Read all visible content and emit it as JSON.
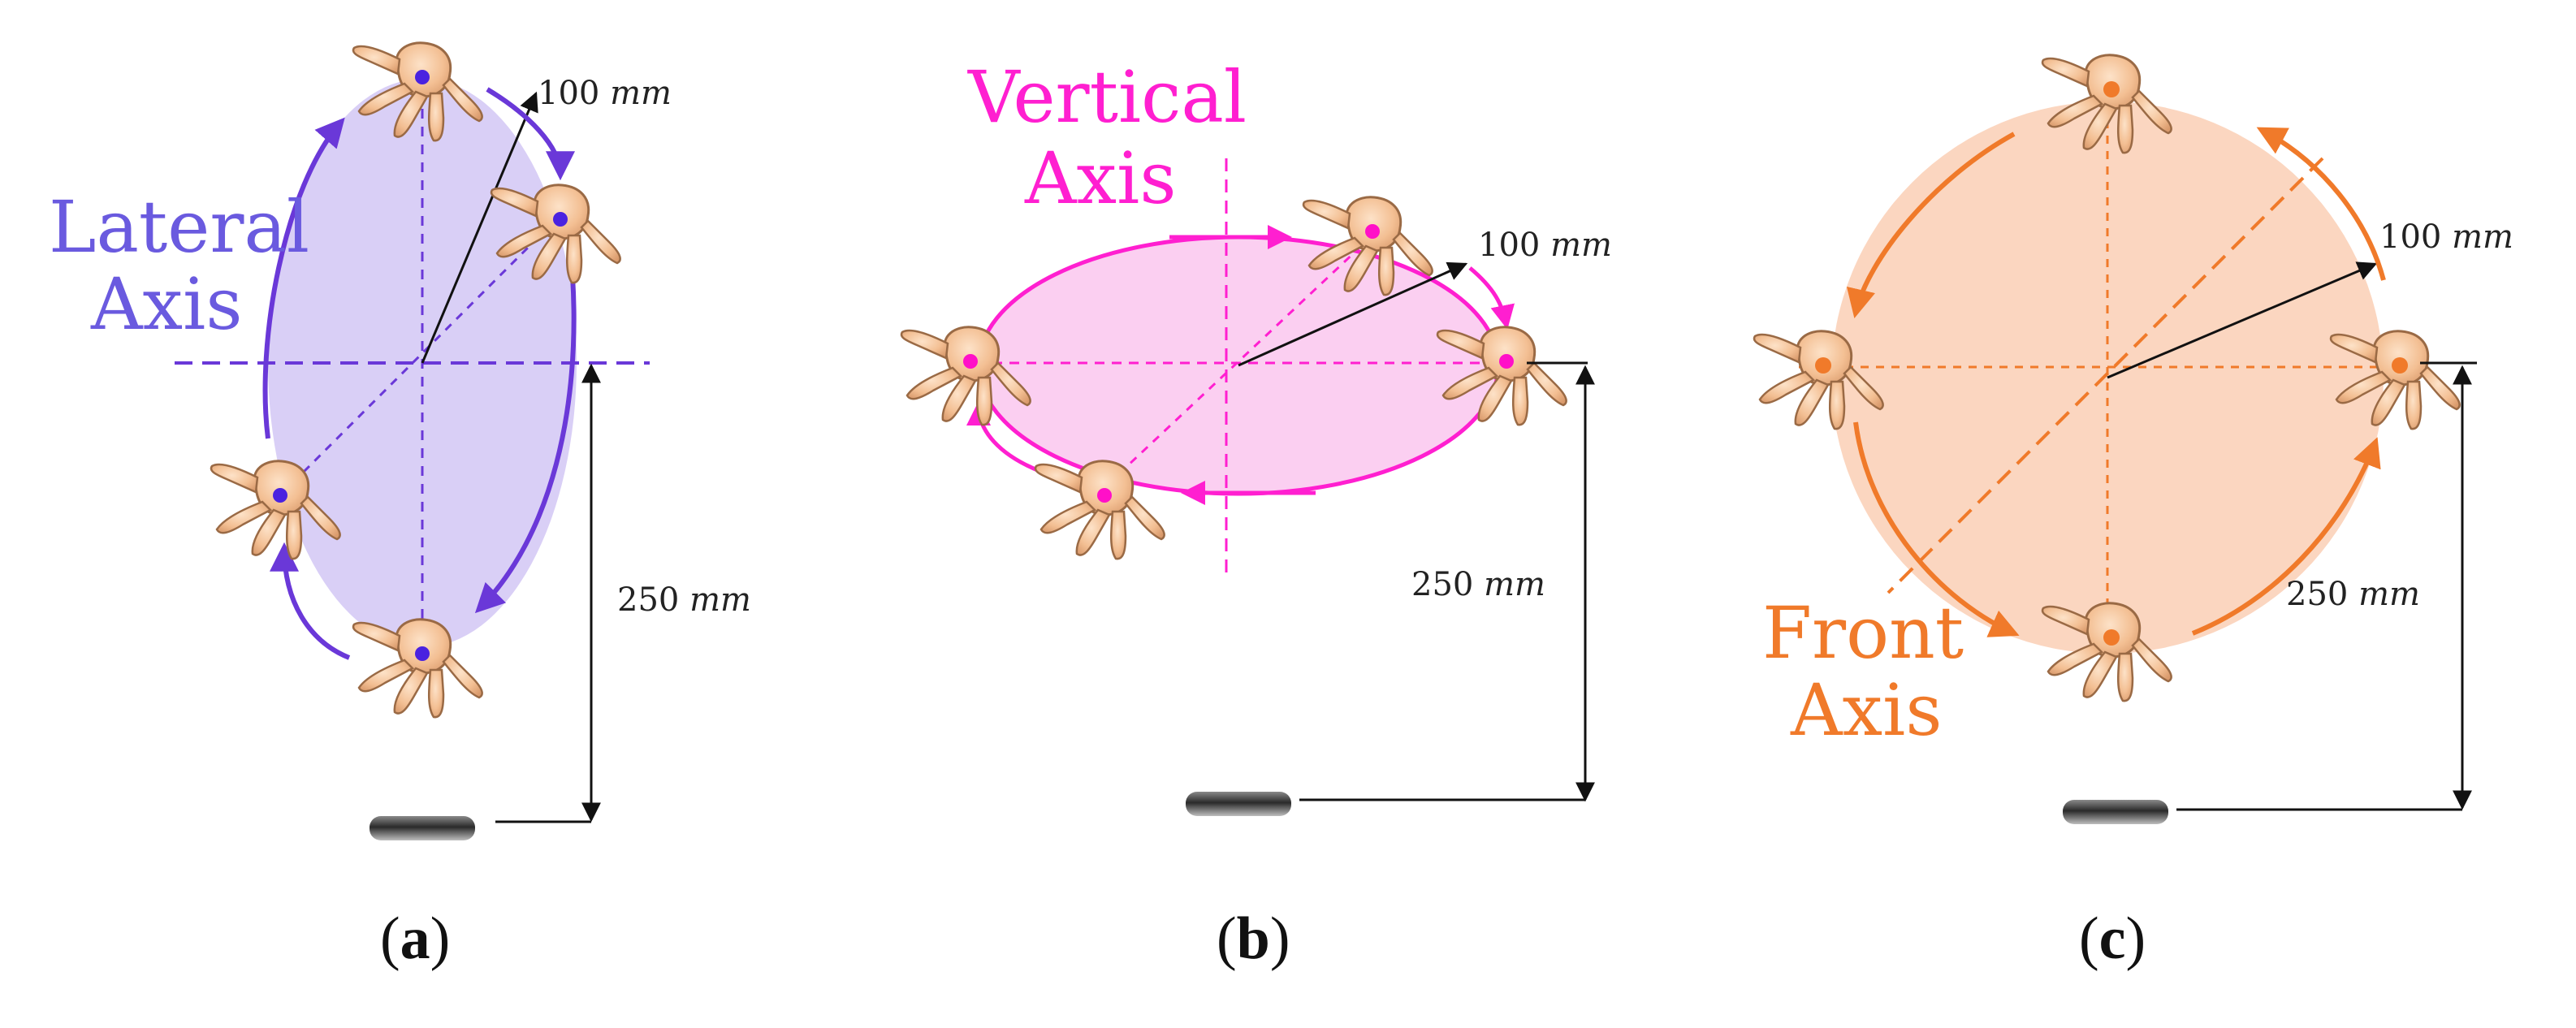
{
  "panels": [
    {
      "id": "a",
      "axis_label_line1": "Lateral",
      "axis_label_line2": "Axis",
      "radius_value": "100",
      "radius_unit": "mm",
      "height_value": "250",
      "height_unit": "mm",
      "caption_open": "(",
      "caption_letter": "a",
      "caption_close": ")",
      "color": "#6a38d8",
      "fill": "#d9cff6"
    },
    {
      "id": "b",
      "axis_label_line1": "Vertical",
      "axis_label_line2": "Axis",
      "radius_value": "100",
      "radius_unit": "mm",
      "height_value": "250",
      "height_unit": "mm",
      "caption_open": "(",
      "caption_letter": "b",
      "caption_close": ")",
      "color": "#ff1fd0",
      "fill": "#fbcff1"
    },
    {
      "id": "c",
      "axis_label_line1": "Front",
      "axis_label_line2": "Axis",
      "radius_value": "100",
      "radius_unit": "mm",
      "height_value": "250",
      "height_unit": "mm",
      "caption_open": "(",
      "caption_letter": "c",
      "caption_close": ")",
      "color": "#f07a2a",
      "fill": "#fbd6c0"
    }
  ],
  "icons": {
    "hand": "hand-icon",
    "sensor": "sensor-device-icon"
  }
}
